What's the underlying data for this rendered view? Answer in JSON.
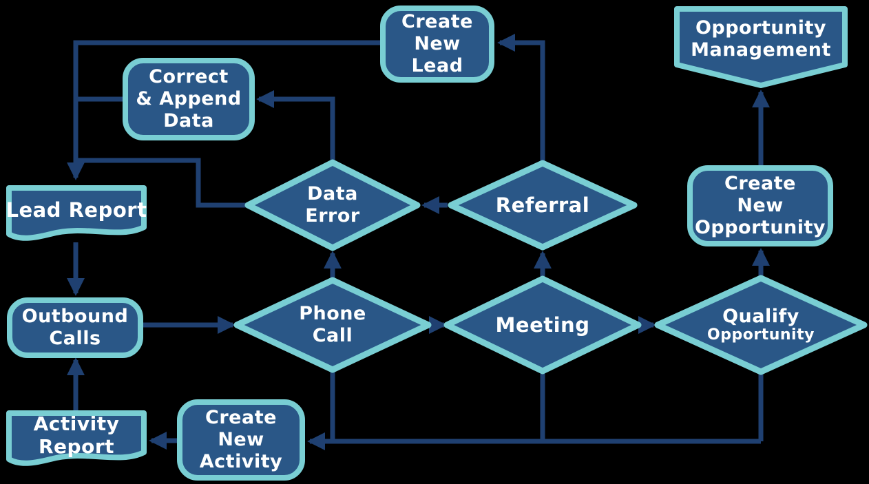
{
  "diagram_type": "flowchart",
  "colors": {
    "background": "#000000",
    "node_fill": "#2A5787",
    "node_border": "#79CED3",
    "connector": "#1F4071",
    "text": "#FFFFFF"
  },
  "nodes": {
    "create_new_lead": {
      "label": "Create\nNew\nLead",
      "shape": "rounded-rectangle"
    },
    "opportunity_management": {
      "label": "Opportunity\nManagement",
      "shape": "off-page-connector"
    },
    "correct_append_data": {
      "label": "Correct\n& Append\nData",
      "shape": "rounded-rectangle"
    },
    "lead_report": {
      "label": "Lead Report",
      "shape": "document"
    },
    "data_error": {
      "label": "Data\nError",
      "shape": "decision-diamond"
    },
    "referral": {
      "label": "Referral",
      "shape": "decision-diamond"
    },
    "create_new_opportunity": {
      "label": "Create\nNew\nOpportunity",
      "shape": "rounded-rectangle"
    },
    "outbound_calls": {
      "label": "Outbound\nCalls",
      "shape": "rounded-rectangle"
    },
    "phone_call": {
      "label": "Phone\nCall",
      "shape": "decision-diamond"
    },
    "meeting": {
      "label": "Meeting",
      "shape": "decision-diamond"
    },
    "qualify_opportunity": {
      "label_line1": "Qualify",
      "label_line2": "Opportunity",
      "shape": "decision-diamond"
    },
    "activity_report": {
      "label": "Activity\nReport",
      "shape": "document"
    },
    "create_new_activity": {
      "label": "Create\nNew\nActivity",
      "shape": "rounded-rectangle"
    }
  },
  "edges": [
    {
      "from": "referral",
      "to": "create_new_lead"
    },
    {
      "from": "referral",
      "to": "data_error"
    },
    {
      "from": "data_error",
      "to": "correct_append_data"
    },
    {
      "from": "data_error",
      "to": "lead_report"
    },
    {
      "from": "data_error",
      "to": "create_new_lead"
    },
    {
      "from": "correct_append_data",
      "to": "lead_report"
    },
    {
      "from": "correct_append_data",
      "to": "create_new_lead"
    },
    {
      "from": "phone_call",
      "to": "data_error"
    },
    {
      "from": "meeting",
      "to": "referral"
    },
    {
      "from": "lead_report",
      "to": "outbound_calls"
    },
    {
      "from": "activity_report",
      "to": "outbound_calls"
    },
    {
      "from": "outbound_calls",
      "to": "phone_call"
    },
    {
      "from": "phone_call",
      "to": "meeting"
    },
    {
      "from": "meeting",
      "to": "qualify_opportunity"
    },
    {
      "from": "qualify_opportunity",
      "to": "create_new_opportunity"
    },
    {
      "from": "create_new_opportunity",
      "to": "opportunity_management"
    },
    {
      "from": "phone_call",
      "to": "create_new_activity"
    },
    {
      "from": "meeting",
      "to": "create_new_activity"
    },
    {
      "from": "qualify_opportunity",
      "to": "create_new_activity"
    },
    {
      "from": "create_new_activity",
      "to": "activity_report"
    }
  ]
}
